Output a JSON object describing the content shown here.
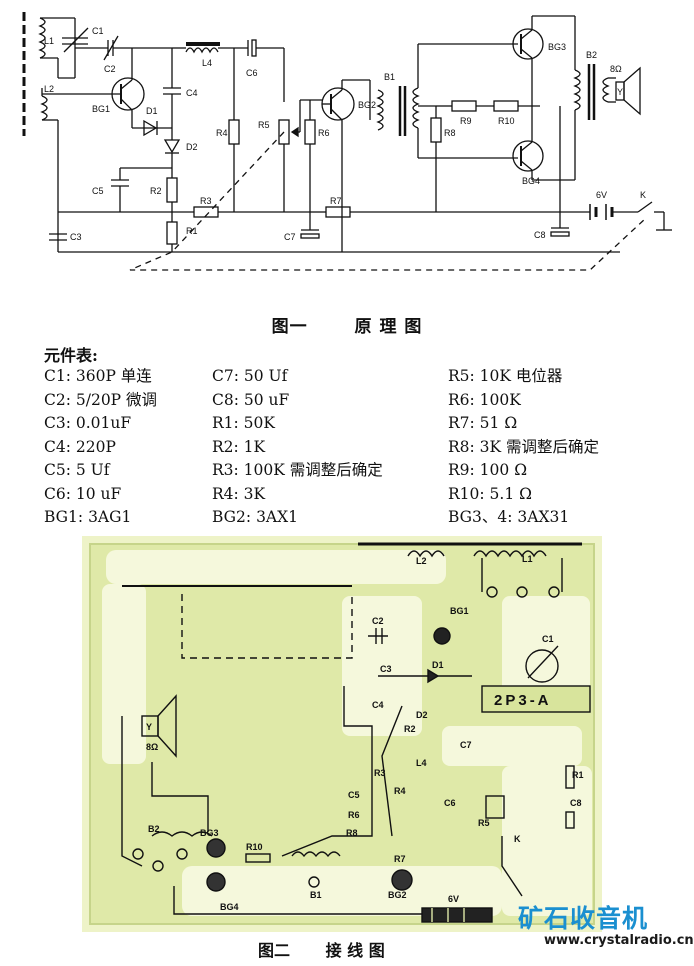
{
  "figure1": {
    "caption_num": "图一",
    "caption_text": "原 理 图",
    "labels": {
      "L1": "L1",
      "L2": "L2",
      "C1": "C1",
      "C2": "C2",
      "C3": "C3",
      "C4": "C4",
      "C5": "C5",
      "C6": "C6",
      "C7": "C7",
      "C8": "C8",
      "BG1": "BG1",
      "BG2": "BG2",
      "BG3": "BG3",
      "BG4": "BG4",
      "D1": "D1",
      "D2": "D2",
      "L4": "L4",
      "R1": "R1",
      "R2": "R2",
      "R3": "R3",
      "R4": "R4",
      "R5": "R5",
      "R6": "R6",
      "R7": "R7",
      "R8": "R8",
      "R9": "R9",
      "R10": "R10",
      "B1": "B1",
      "B2": "B2",
      "speaker": "8Ω",
      "Y": "Y",
      "battery": "6V",
      "K": "K"
    }
  },
  "parts": {
    "title": "元件表:",
    "rows": [
      [
        "C1: 360P 单连",
        "C7: 50 Uf",
        "R5: 10K 电位器"
      ],
      [
        "C2: 5/20P 微调",
        "C8: 50 uF",
        "R6: 100K"
      ],
      [
        "C3: 0.01uF",
        "R1: 50K",
        "R7: 51 Ω"
      ],
      [
        "C4: 220P",
        "R2: 1K",
        "R8: 3K 需调整后确定"
      ],
      [
        "C5: 5 Uf",
        "R3: 100K 需调整后确定",
        "R9: 100 Ω"
      ],
      [
        "C6: 10 uF",
        "R4: 3K",
        "R10: 5.1 Ω"
      ],
      [
        "BG1: 3AG1",
        "BG2: 3AX1",
        "BG3、4: 3AX31"
      ]
    ]
  },
  "figure2": {
    "caption_num": "图二",
    "caption_text": "接 线 图",
    "board_label": "2P3-A",
    "labels": {
      "L1": "L1",
      "L2": "L2",
      "BG1": "BG1",
      "C1": "C1",
      "C2": "C2",
      "C3": "C3",
      "D1": "D1",
      "D2": "D2",
      "C4": "C4",
      "C5": "C5",
      "C6": "C6",
      "C7": "C7",
      "C8": "C8",
      "L4": "L4",
      "R1": "R1",
      "R2": "R2",
      "R3": "R3",
      "R4": "R4",
      "R5": "R5",
      "R6": "R6",
      "R7": "R7",
      "R8": "R8",
      "R10": "R10",
      "B1": "B1",
      "B2": "B2",
      "BG2": "BG2",
      "BG3": "BG3",
      "BG4": "BG4",
      "K": "K",
      "Y": "Y",
      "speaker": "8Ω",
      "battery": "6V"
    }
  },
  "watermark": {
    "title": "矿石收音机",
    "url": "www.crystalradio.cn"
  }
}
